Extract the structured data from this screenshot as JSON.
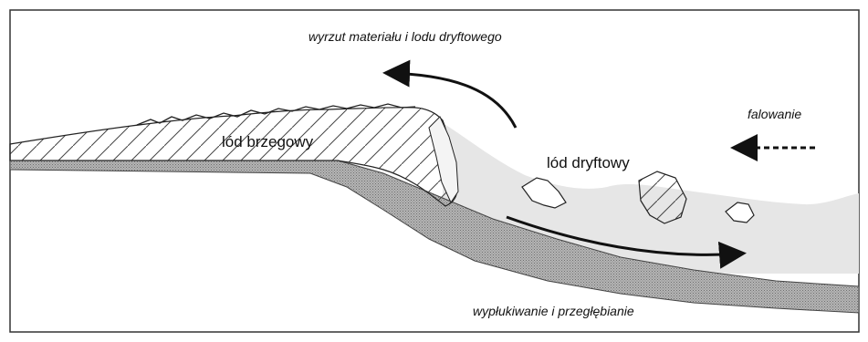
{
  "labels": {
    "ejection": "wyrzut materiału i lodu dryftowego",
    "waves": "falowanie",
    "shore_ice": "lód brzegowy",
    "drift_ice": "lód dryftowy",
    "scouring": "wypłukiwanie i przegłębianie"
  },
  "colors": {
    "water": "#e6e6e6",
    "sediment": "#9c9c9c",
    "ice_fill": "#ffffff",
    "stroke": "#111111"
  }
}
